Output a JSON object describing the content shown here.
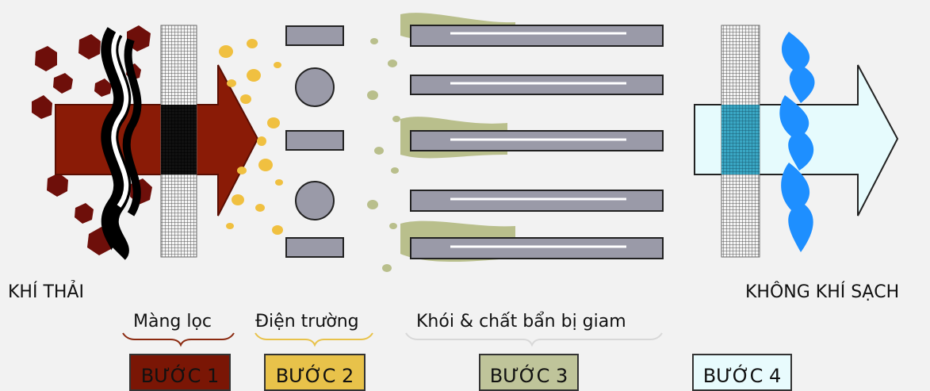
{
  "labels": {
    "input": "KHÍ THẢI",
    "output": "KHÔNG KHÍ SẠCH"
  },
  "steps": [
    {
      "caption": "Màng lọc",
      "label": "BƯỚC 1",
      "color": "#7a1605",
      "caption_color": "#8b2a10"
    },
    {
      "caption": "Điện trường",
      "label": "BƯỚC 2",
      "color": "#e8c24a",
      "caption_color": "#e8c24a"
    },
    {
      "caption": "Khói & chất bẩn bị giam",
      "label": "BƯỚC 3",
      "color": "#bfc49a",
      "caption_color": "#d8d8d8"
    },
    {
      "caption": "",
      "label": "BƯỚC 4",
      "color": "#e8fbfd",
      "caption_color": ""
    }
  ],
  "colors": {
    "dust": "#6e0f0a",
    "arrow_in": "#8a1b06",
    "yellow_particles": "#f0c040",
    "green_particles": "#b9bf8c",
    "plates": "#9a9aa8",
    "arrow_out": "#e6fbfd",
    "blue_flame": "#1e8fff"
  }
}
